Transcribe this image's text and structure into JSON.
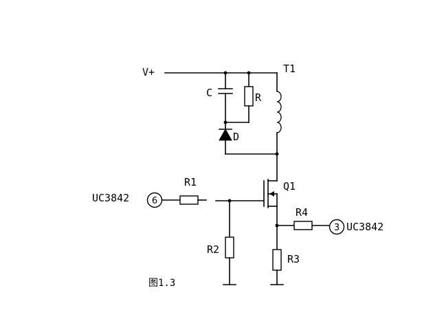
{
  "labels": {
    "supply": "V+",
    "transformer": "T1",
    "capacitor": "C",
    "resistor_snubber": "R",
    "diode": "D",
    "mosfet": "Q1",
    "r1": "R1",
    "r2": "R2",
    "r3": "R3",
    "r4": "R4",
    "ic_left": "UC3842",
    "ic_right": "UC3842",
    "pin_left": "6",
    "pin_right": "3",
    "caption": "图1.3"
  }
}
